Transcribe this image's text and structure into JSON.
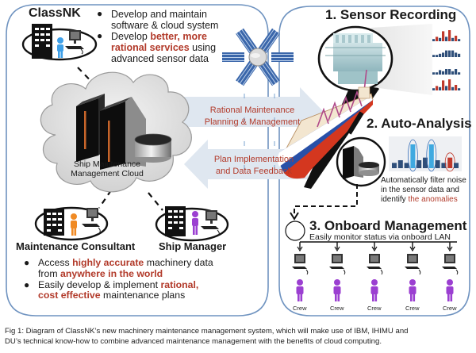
{
  "colors": {
    "panel_border": "#6f93c0",
    "highlight_red": "#b23a2a",
    "arrow_fill": "#dfe7f0",
    "bar_dark": "#2f4f7a",
    "bar_red": "#c0392b",
    "bar_light": "#3fa9e0",
    "consultant_person": "#f08a24",
    "manager_person": "#9b3fd1",
    "classnk_person": "#3fa0e8",
    "crew_person": "#9b3fd1"
  },
  "left_panel": {
    "classnk": {
      "title": "ClassNK",
      "bullets": [
        {
          "parts": [
            {
              "text": "Develop and maintain software & cloud system",
              "highlight": false
            }
          ]
        },
        {
          "parts": [
            {
              "text": "Develop ",
              "highlight": false
            },
            {
              "text": "better, more rational services",
              "highlight": true
            },
            {
              "text": " using advanced sensor data",
              "highlight": false
            }
          ]
        }
      ],
      "bullet1_line1": "Develop and maintain",
      "bullet1_line2": "software & cloud system",
      "bullet2_pre": "Develop ",
      "bullet2_red1": "better, more",
      "bullet2_red2": "rational services",
      "bullet2_post": " using",
      "bullet2_line3": "advanced sensor data"
    },
    "cloud": {
      "label_line1": "Ship Maintenance",
      "label_line2": "Management Cloud"
    },
    "consultant_label": "Maintenance Consultant",
    "manager_label": "Ship Manager",
    "bottom_bullets": {
      "b1_pre": "Access ",
      "b1_red": "highly accurate",
      "b1_post": " machinery data",
      "b1_line2_pre": "from ",
      "b1_line2_red": "anywhere in the world",
      "b2_pre": "Easily develop & implement ",
      "b2_red": "rational,",
      "b2_line2_red": "cost effective",
      "b2_line2_post": " maintenance plans"
    }
  },
  "arrows": {
    "to_ship_line1": "Rational Maintenance",
    "to_ship_line2": "Planning & Management",
    "to_cloud_line1": "Plan Implementation",
    "to_cloud_line2": "and Data Feedback"
  },
  "right_panel": {
    "step1": {
      "title": "1. Sensor Recording"
    },
    "step2": {
      "title": "2. Auto-Analysis",
      "desc_line1": "Automatically filter noise",
      "desc_line2": "in the sensor data and",
      "desc_line3_pre": "identify ",
      "desc_line3_red": "the anomalies"
    },
    "step3": {
      "title": "3. Onboard Management",
      "subtitle": "Easily monitor status via onboard LAN",
      "crew": [
        "Crew",
        "Crew",
        "Crew",
        "Crew",
        "Crew"
      ]
    }
  },
  "sensor_charts": [
    {
      "values": [
        2,
        4,
        3,
        9,
        4,
        10,
        3,
        5,
        2
      ],
      "anomaly": [
        false,
        true,
        false,
        true,
        false,
        true,
        false,
        true,
        false
      ]
    },
    {
      "values": [
        2,
        2,
        3,
        4,
        6,
        6,
        6,
        4,
        3
      ],
      "anomaly": [
        false,
        false,
        false,
        false,
        false,
        false,
        false,
        false,
        false
      ]
    },
    {
      "values": [
        2,
        2,
        4,
        3,
        5,
        5,
        3,
        5,
        2
      ],
      "anomaly": [
        false,
        false,
        false,
        false,
        false,
        false,
        false,
        false,
        false
      ]
    },
    {
      "values": [
        2,
        4,
        3,
        9,
        4,
        10,
        3,
        5,
        2
      ],
      "anomaly": [
        false,
        true,
        false,
        true,
        false,
        true,
        false,
        true,
        false
      ]
    }
  ],
  "analysis_chart": {
    "values": [
      2,
      3,
      2,
      9,
      3,
      4,
      9,
      3,
      2,
      4,
      2
    ],
    "kind": [
      "n",
      "n",
      "n",
      "peak",
      "n",
      "n",
      "peak",
      "n",
      "n",
      "anomaly",
      "n"
    ]
  },
  "caption": {
    "line1": "Fig 1: Diagram of ClassNK’s new machinery maintenance management system, which will make use of IBM, IHIMU and",
    "line2": "DU’s technical know-how to combine advanced maintenance management with the benefits of cloud computing."
  }
}
